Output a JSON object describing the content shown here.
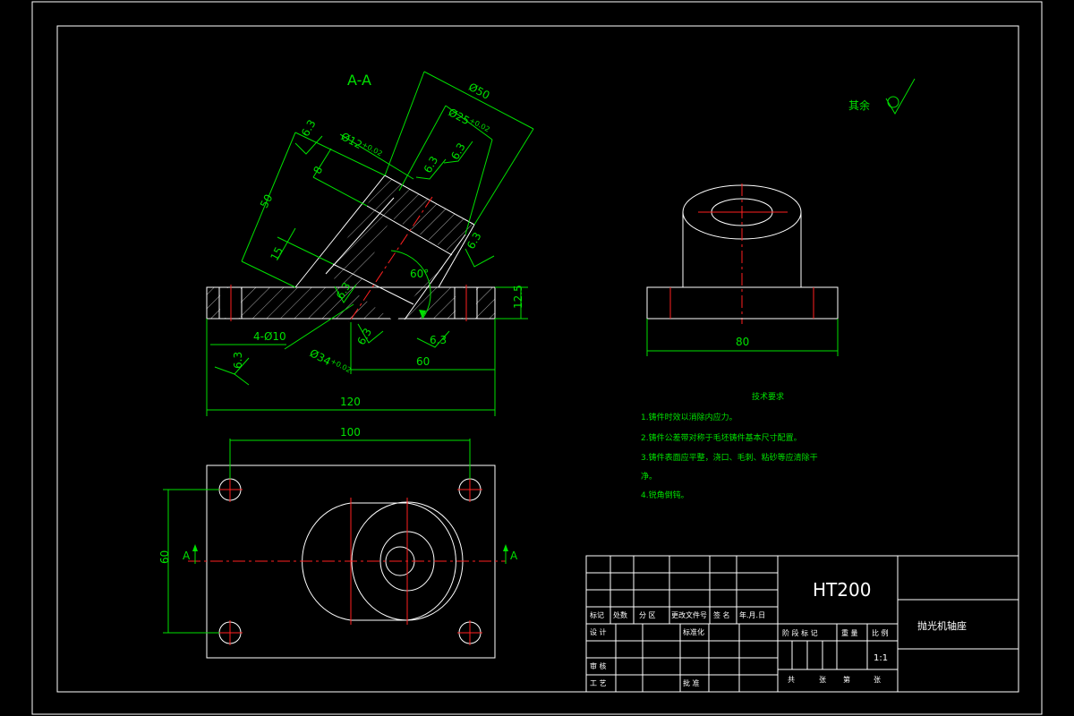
{
  "section_title": "A-A",
  "roughness_note": {
    "label": "其余"
  },
  "dims": {
    "d50": "Ø50",
    "d25": "Ø25",
    "d25_tol": "+0.02",
    "d12": "Ø12",
    "d12_tol": "+0.02",
    "d34": "Ø34",
    "d34_tol": "+0.02",
    "len50": "50",
    "len8": "8",
    "len15": "15",
    "angle60": "60°",
    "holes": "4-Ø10",
    "thick": "12.5",
    "w120": "120",
    "w60": "60",
    "w80": "80",
    "w100": "100",
    "h60": "60"
  },
  "roughness_value": "6.3",
  "section_markers": {
    "left": "A",
    "right": "A"
  },
  "tech_notes": {
    "title": "技术要求",
    "items": [
      "1.铸件时效以消除内应力。",
      "2.铸件公差带对称于毛坯铸件基本尺寸配置。",
      "3.铸件表面应平整，浇口、毛刺、粘砂等应清除干",
      "净。",
      "4.锐角倒钝。"
    ]
  },
  "title_block": {
    "material": "HT200",
    "part_name": "抛光机轴座",
    "scale_value": "1:1",
    "labels": {
      "mark": "标记",
      "count": "处数",
      "zone": "分 区",
      "change_doc": "更改文件号",
      "signature": "签 名",
      "date": "年.月.日",
      "design": "设 计",
      "standardize": "标准化",
      "stage_mark": "阶 段 标 记",
      "weight": "重 量",
      "scale": "比 例",
      "review": "审 核",
      "process": "工 艺",
      "approve": "批 准",
      "sheets_total": "共",
      "sheets_total_unit": "张",
      "sheet_no": "第",
      "sheet_no_unit": "张"
    }
  }
}
